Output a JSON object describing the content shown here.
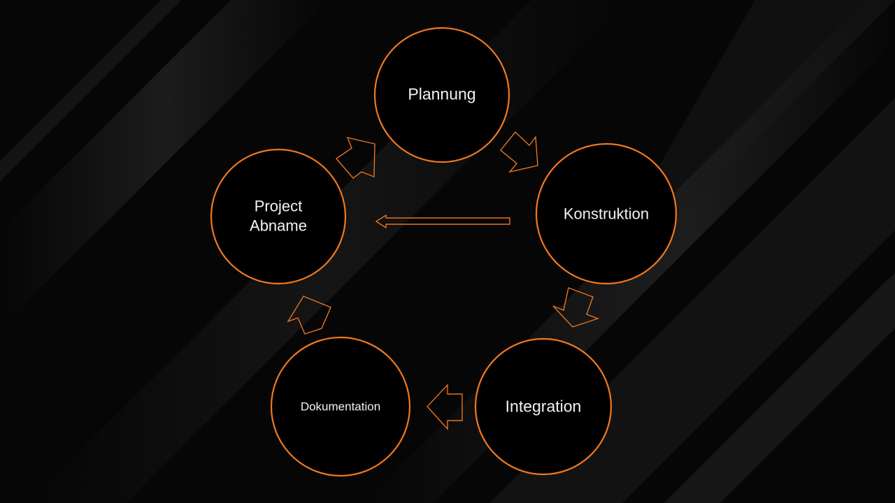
{
  "diagram": {
    "accent_color": "#f07820",
    "nodes": {
      "planning": {
        "label": "Plannung"
      },
      "construction": {
        "label": "Konstruktion"
      },
      "integration": {
        "label": "Integration"
      },
      "documentation": {
        "label": "Dokumentation"
      },
      "acceptance": {
        "line1": "Project",
        "line2": "Abname"
      }
    },
    "edges": [
      {
        "from": "planning",
        "to": "construction"
      },
      {
        "from": "construction",
        "to": "integration"
      },
      {
        "from": "integration",
        "to": "documentation"
      },
      {
        "from": "documentation",
        "to": "acceptance"
      },
      {
        "from": "acceptance",
        "to": "planning"
      },
      {
        "from": "construction",
        "to": "acceptance"
      }
    ]
  }
}
